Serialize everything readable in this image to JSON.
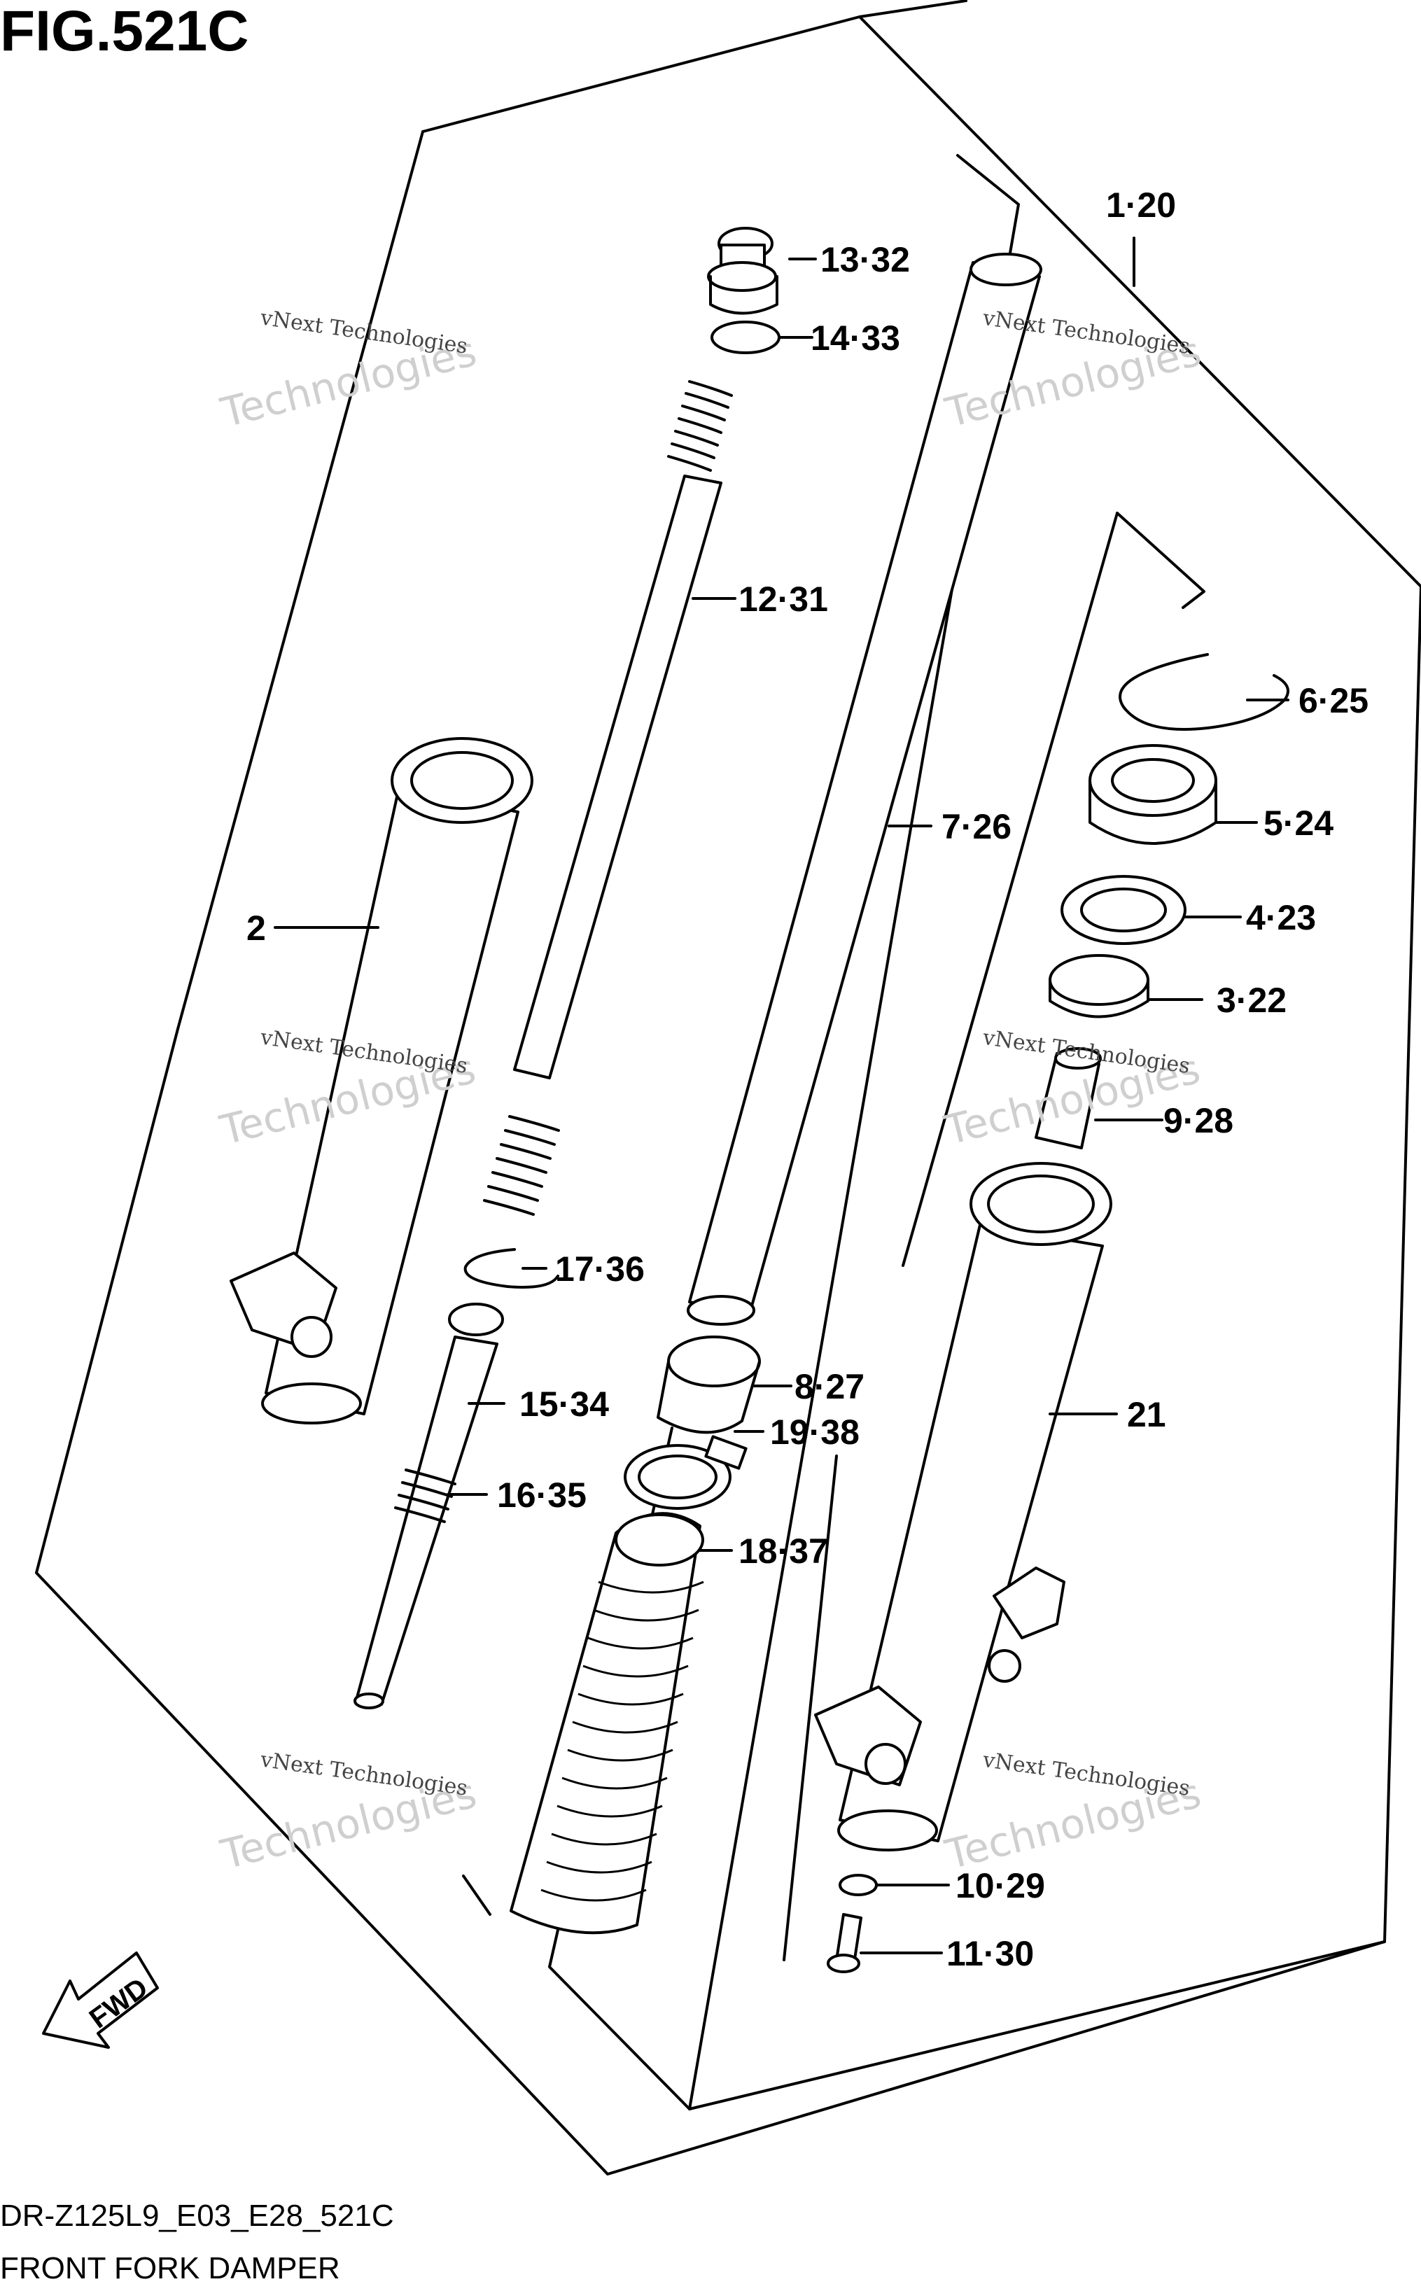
{
  "figure": {
    "title": "FIG.521C",
    "model_code": "DR-Z125L9_E03_E28_521C",
    "caption": "FRONT FORK DAMPER",
    "fwd_label": "FWD"
  },
  "watermark": {
    "line1": "vNext Technologies",
    "line2": "Technologies"
  },
  "callouts": [
    {
      "id": "c1",
      "text": "1·20"
    },
    {
      "id": "c13",
      "text": "13·32"
    },
    {
      "id": "c14",
      "text": "14·33"
    },
    {
      "id": "c12",
      "text": "12·31"
    },
    {
      "id": "c6",
      "text": "6·25"
    },
    {
      "id": "c7",
      "text": "7·26"
    },
    {
      "id": "c5",
      "text": "5·24"
    },
    {
      "id": "c2",
      "text": "2"
    },
    {
      "id": "c4",
      "text": "4·23"
    },
    {
      "id": "c3",
      "text": "3·22"
    },
    {
      "id": "c9",
      "text": "9·28"
    },
    {
      "id": "c17",
      "text": "17·36"
    },
    {
      "id": "c8",
      "text": "8·27"
    },
    {
      "id": "c15",
      "text": "15·34"
    },
    {
      "id": "c21",
      "text": "21"
    },
    {
      "id": "c19",
      "text": "19·38"
    },
    {
      "id": "c16",
      "text": "16·35"
    },
    {
      "id": "c18",
      "text": "18·37"
    },
    {
      "id": "c10",
      "text": "10·29"
    },
    {
      "id": "c11",
      "text": "11·30"
    }
  ]
}
